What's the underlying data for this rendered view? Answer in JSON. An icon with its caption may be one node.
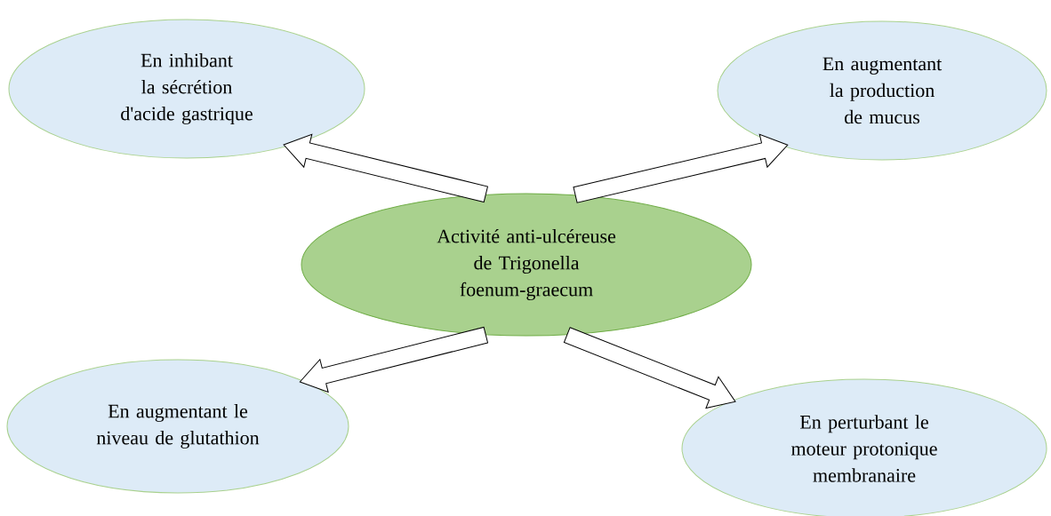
{
  "diagram": {
    "nodes": [
      {
        "text": [
          "Activité anti-ulcéreuse de Trigonella foenum-graecum"
        ]
      },
      {
        "text": [
          "En inhibant la sécrétion d'acide gastrique"
        ]
      },
      {
        "text": [
          "En augmentant la production de mucus"
        ]
      },
      {
        "text": [
          "En augmentant le niveau de glutathion"
        ]
      },
      {
        "text": [
          "En perturbant le moteur protonique membranaire"
        ]
      }
    ],
    "edges": [
      {
        "from": 0,
        "to": 1,
        "arrow": "to"
      },
      {
        "from": 0,
        "to": 2,
        "arrow": "to"
      },
      {
        "from": 0,
        "to": 3,
        "arrow": "to"
      },
      {
        "from": 0,
        "to": 4,
        "arrow": "to"
      }
    ]
  }
}
